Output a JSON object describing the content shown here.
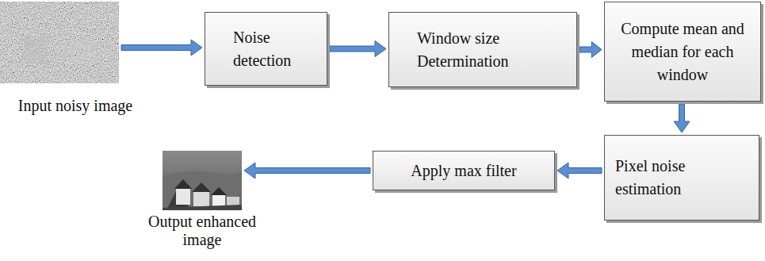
{
  "diagram": {
    "nodes": [
      {
        "text": [
          "Input noisy image"
        ]
      },
      {
        "text": [
          "Noise detection"
        ]
      },
      {
        "text": [
          "Window size Determination"
        ]
      },
      {
        "text": [
          "Compute mean and median for each window"
        ]
      },
      {
        "text": [
          "Pixel noise estimation"
        ]
      },
      {
        "text": [
          "Apply max filter"
        ]
      },
      {
        "text": [
          "Output enhanced image"
        ]
      }
    ],
    "edges": [
      {
        "from": 0,
        "to": 1,
        "arrow": "to"
      },
      {
        "from": 1,
        "to": 2,
        "arrow": "to"
      },
      {
        "from": 2,
        "to": 3,
        "arrow": "to"
      },
      {
        "from": 3,
        "to": 4,
        "arrow": "to"
      },
      {
        "from": 4,
        "to": 5,
        "arrow": "to"
      },
      {
        "from": 5,
        "to": 6,
        "arrow": "to"
      }
    ]
  }
}
